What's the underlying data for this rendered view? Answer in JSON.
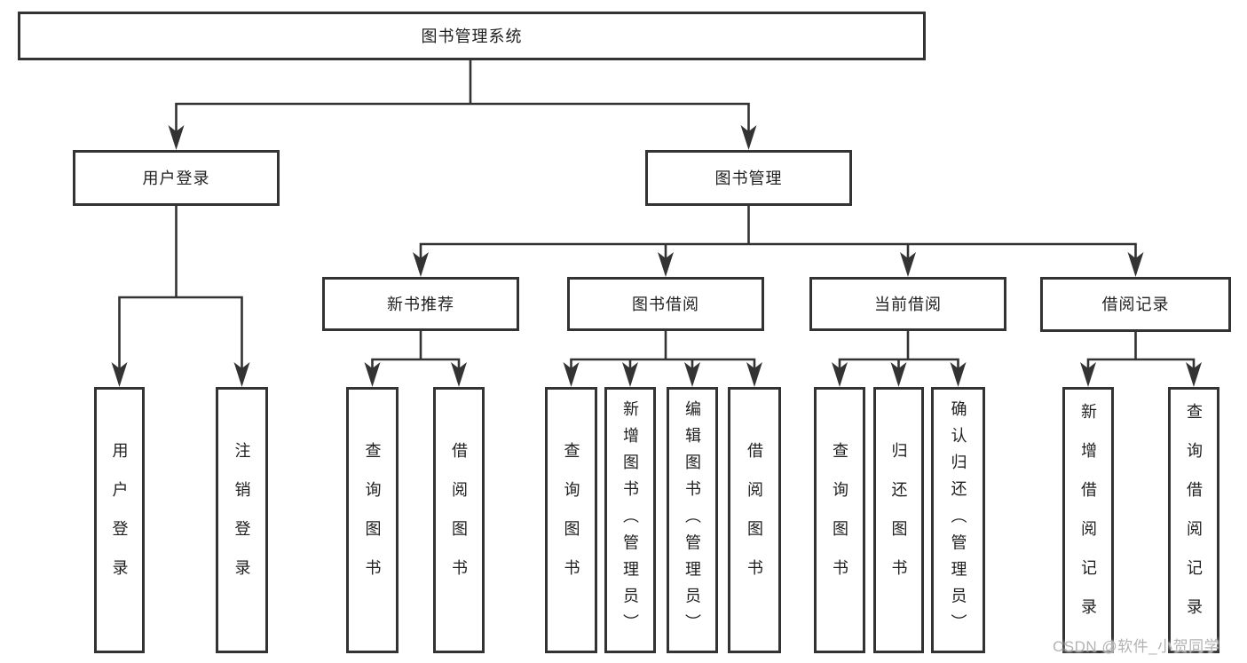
{
  "diagram": {
    "root": {
      "label": "图书管理系统"
    },
    "level2": [
      {
        "label": "用户登录"
      },
      {
        "label": "图书管理"
      }
    ],
    "level3": [
      {
        "label": "新书推荐"
      },
      {
        "label": "图书借阅"
      },
      {
        "label": "当前借阅"
      },
      {
        "label": "借阅记录"
      }
    ],
    "leaves": {
      "user_login": [
        "用户登录",
        "注销登录"
      ],
      "new_book_recommend": [
        "查询图书",
        "借阅图书"
      ],
      "book_borrow": [
        "查询图书",
        "新增图书（管理员）",
        "编辑图书（管理员）",
        "借阅图书"
      ],
      "current_borrow": [
        "查询图书",
        "归还图书",
        "确认归还（管理员）"
      ],
      "borrow_record": [
        "新增借阅记录",
        "查询借阅记录"
      ]
    }
  },
  "watermark": {
    "text": "CSDN @软件_小贺同学"
  },
  "colors": {
    "line": "#333333",
    "text": "#1f1f1f",
    "background": "#ffffff",
    "watermark": "#b3b3b3"
  }
}
